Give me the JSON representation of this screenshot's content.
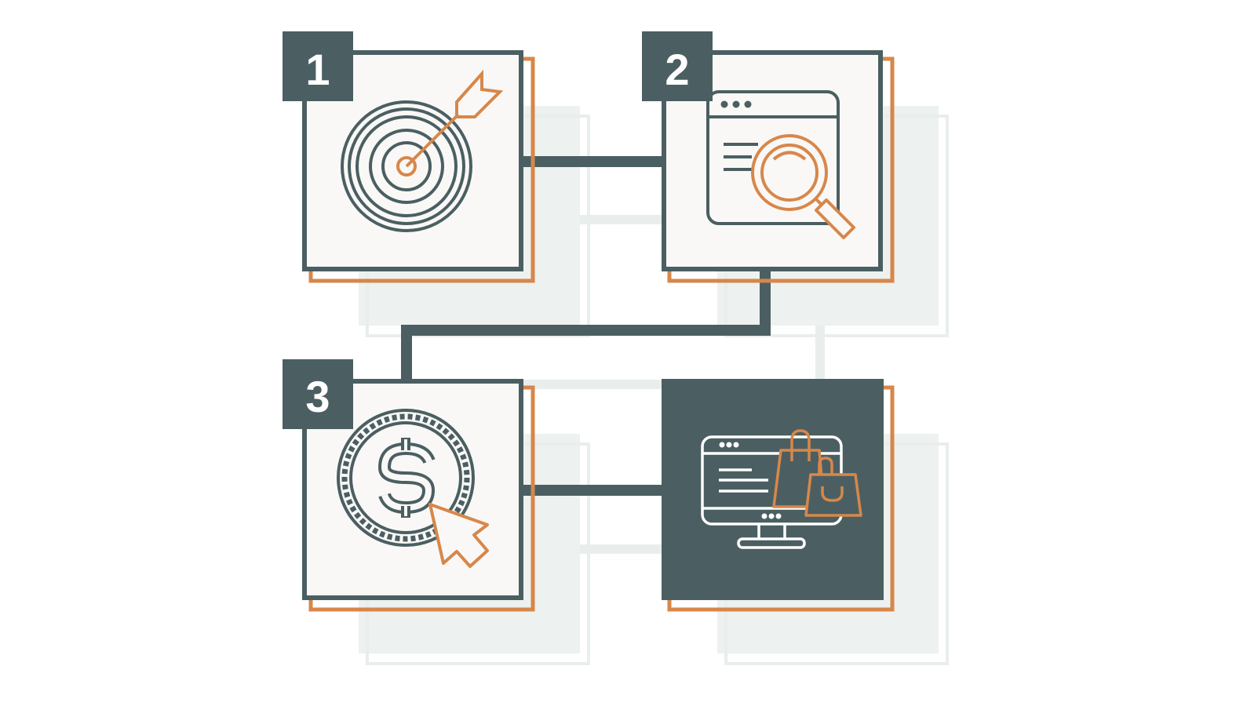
{
  "colors": {
    "background": "#ffffff",
    "primary_dark": "#4b5f62",
    "accent_orange": "#d7874a",
    "card_fill": "#f9f8f6",
    "ghost_shadow": "#e9eeed",
    "icon_light": "#ffffff"
  },
  "steps": [
    {
      "number": "1",
      "icon": "target-with-arrow-icon"
    },
    {
      "number": "2",
      "icon": "browser-search-icon"
    },
    {
      "number": "3",
      "icon": "coin-dollar-click-icon"
    },
    {
      "number": "",
      "icon": "monitor-shopping-bags-icon"
    }
  ]
}
